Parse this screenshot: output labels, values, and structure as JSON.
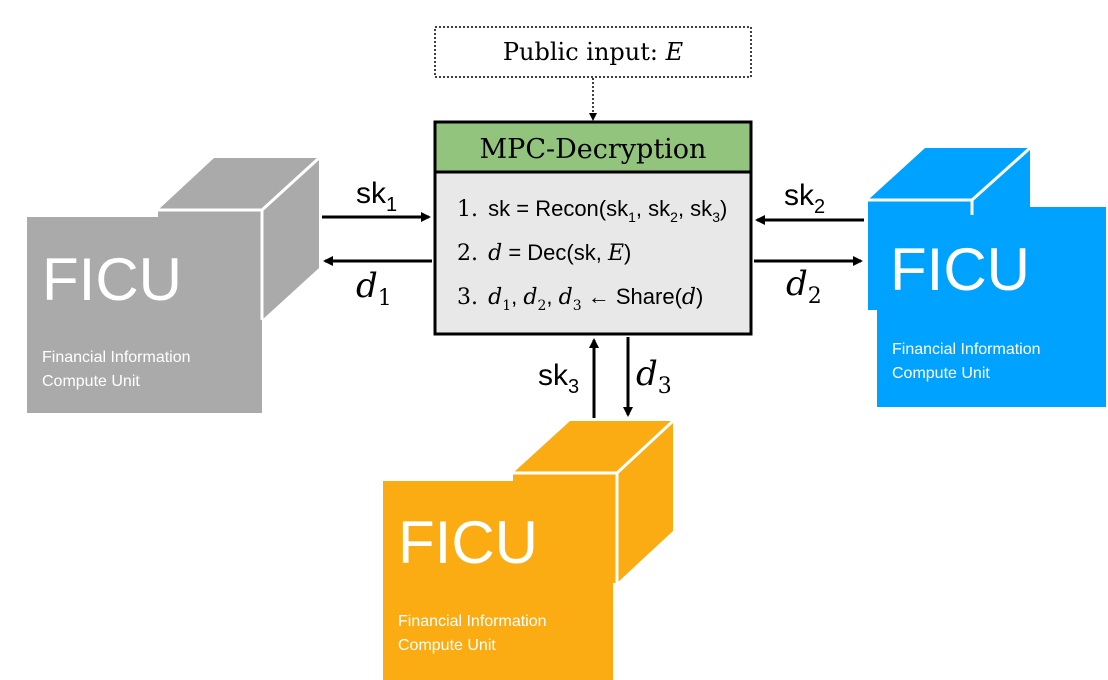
{
  "public_input": {
    "label": "Public input: ",
    "var": "E"
  },
  "mpc": {
    "title": "MPC-Decryption",
    "title_bg": "#93c47d",
    "body_bg": "#e8e8e8",
    "steps": [
      {
        "num": "1.",
        "parts": [
          "sk = Recon(sk",
          "1",
          ", sk",
          "2",
          ", sk",
          "3",
          ")"
        ]
      },
      {
        "num": "2.",
        "parts": [
          "d",
          " = Dec(sk, ",
          "E",
          ")"
        ]
      },
      {
        "num": "3.",
        "parts": [
          "d",
          "1",
          ", ",
          "d",
          "2",
          ", ",
          "d",
          "3",
          " ← Share(",
          "d",
          ")"
        ]
      }
    ]
  },
  "units": [
    {
      "id": "left",
      "color": "#aaaaaa",
      "title": "FICU",
      "subtitle_line1": "Financial Information",
      "subtitle_line2": "Compute Unit",
      "key_in": {
        "base": "sk",
        "sub": "1"
      },
      "share_out": {
        "base": "d",
        "sub": "1"
      }
    },
    {
      "id": "right",
      "color": "#00a2ff",
      "title": "FICU",
      "subtitle_line1": "Financial Information",
      "subtitle_line2": "Compute Unit",
      "key_in": {
        "base": "sk",
        "sub": "2"
      },
      "share_out": {
        "base": "d",
        "sub": "2"
      }
    },
    {
      "id": "bottom",
      "color": "#fbac12",
      "title": "FICU",
      "subtitle_line1": "Financial Information",
      "subtitle_line2": "Compute Unit",
      "key_in": {
        "base": "sk",
        "sub": "3"
      },
      "share_out": {
        "base": "d",
        "sub": "3"
      }
    }
  ]
}
